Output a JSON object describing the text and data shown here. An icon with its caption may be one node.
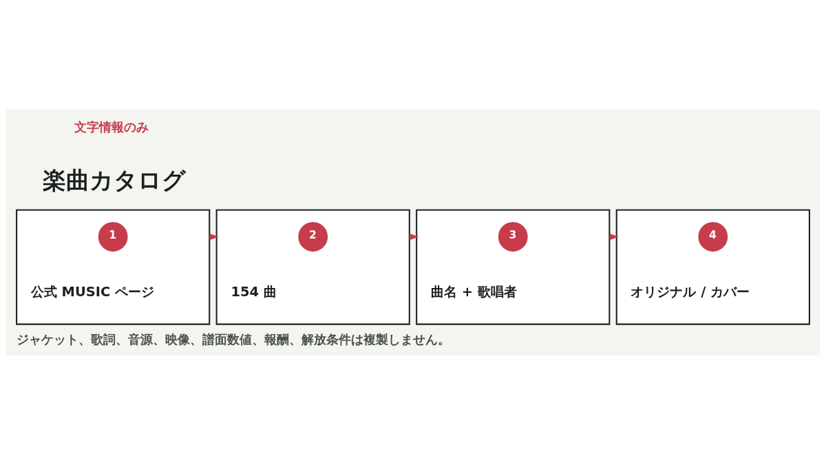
{
  "diagram": {
    "title": "楽曲カタログ",
    "caption": "ジャケット、歌詞、音源、映像、譜面数値、報酬、解放条件は複製しません。",
    "nodes": [
      {
        "text": [
          "公式 MUSIC ページ"
        ]
      },
      {
        "text": [
          "1"
        ],
        "in": 0
      },
      {
        "text": [
          "154 曲"
        ]
      },
      {
        "text": [
          "2"
        ],
        "in": 2
      },
      {
        "text": [
          "曲名 + 歌唱者"
        ]
      },
      {
        "text": [
          "3"
        ],
        "in": 4
      },
      {
        "text": [
          "オリジナル / カバー"
        ]
      },
      {
        "text": [
          "4"
        ],
        "in": 6
      }
    ],
    "edges": [
      {
        "from": 0,
        "to": 2,
        "arrow": "to"
      },
      {
        "from": 2,
        "to": 4,
        "arrow": "to"
      },
      {
        "from": 4,
        "to": 6,
        "arrow": "to"
      }
    ],
    "labels": [
      "文字情報のみ"
    ]
  }
}
